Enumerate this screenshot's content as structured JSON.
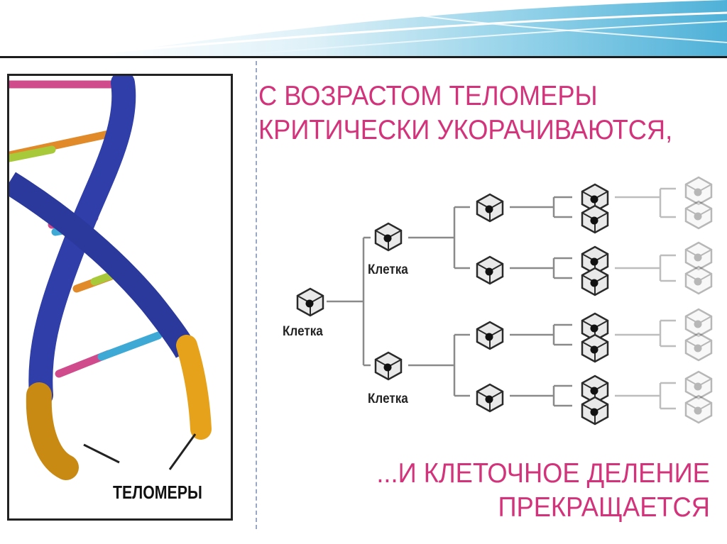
{
  "title": {
    "line1": "С ВОЗРАСТОМ ТЕЛОМЕРЫ",
    "line2": "КРИТИЧЕСКИ УКОРАЧИВАЮТСЯ,"
  },
  "bottom_text": {
    "line1": "...И КЛЕТОЧНОЕ ДЕЛЕНИЕ",
    "line2": "ПРЕКРАЩАЕТСЯ"
  },
  "dna_panel": {
    "telomere_label": "ТЕЛОМЕРЫ"
  },
  "tree": {
    "root_label": "Клетка",
    "child_top_label": "Клетка",
    "child_bottom_label": "Клетка"
  },
  "colors": {
    "title_color": "#d2337a",
    "strand_blue": "#2f3ea8",
    "telomere_gold": "#e6a21a",
    "header_blue": "#5fb6d8"
  }
}
